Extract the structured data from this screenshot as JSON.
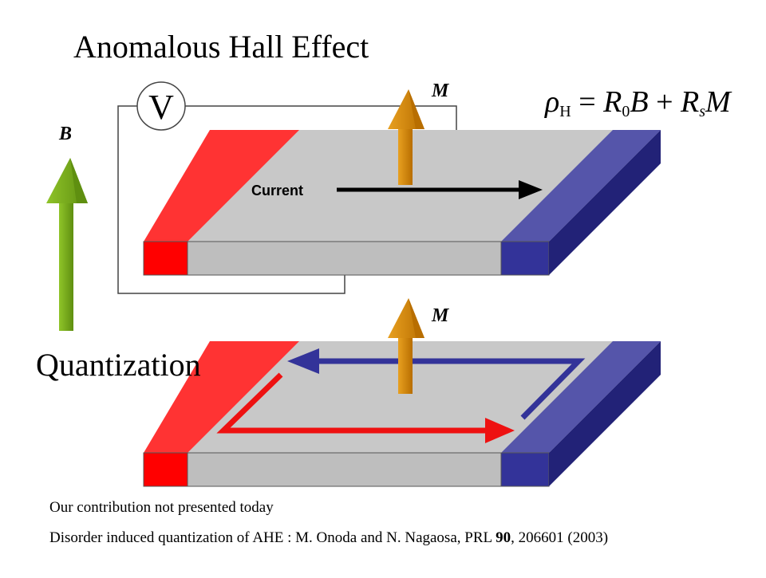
{
  "title": "Anomalous Hall Effect",
  "labels": {
    "b_field": "B",
    "m_top": "M",
    "m_bottom": "M",
    "voltmeter": "V",
    "current": "Current",
    "quantization": "Quantization"
  },
  "equation": {
    "rho": "ρ",
    "rho_sub": "H",
    "equals": " = ",
    "r0": "R",
    "r0_sub": "0",
    "b": "B",
    "plus": " + ",
    "rs": "R",
    "rs_sub": "s",
    "m": "M"
  },
  "notes": {
    "line1": "Our contribution not presented today",
    "line2_pre": "Disorder induced quantization of AHE : M. Onoda and N. Nagaosa, PRL  ",
    "line2_vol": "90",
    "line2_post": ", 206601 (2003)"
  },
  "colors": {
    "red_contact": "#ff3333",
    "red_front": "#ff0000",
    "blue_contact": "#5555aa",
    "blue_front": "#333399",
    "blue_side": "#222277",
    "slab_top": "#c8c8c8",
    "slab_front": "#bebebe",
    "slab_side": "#a8a8a8",
    "green_arrow": "#7aab1c",
    "orange_arrow": "#d98c0a",
    "edge_red": "#ee1111",
    "edge_blue": "#333399"
  }
}
